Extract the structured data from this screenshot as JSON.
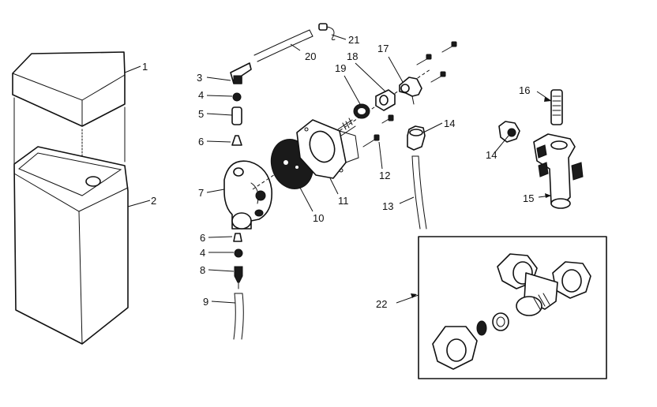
{
  "callouts": [
    {
      "id": "c1",
      "text": "1"
    },
    {
      "id": "c2",
      "text": "2"
    },
    {
      "id": "c3",
      "text": "3"
    },
    {
      "id": "c4a",
      "text": "4"
    },
    {
      "id": "c5",
      "text": "5"
    },
    {
      "id": "c6a",
      "text": "6"
    },
    {
      "id": "c7",
      "text": "7"
    },
    {
      "id": "c6b",
      "text": "6"
    },
    {
      "id": "c4b",
      "text": "4"
    },
    {
      "id": "c8",
      "text": "8"
    },
    {
      "id": "c9",
      "text": "9"
    },
    {
      "id": "c10",
      "text": "10"
    },
    {
      "id": "c11",
      "text": "11"
    },
    {
      "id": "c12",
      "text": "12"
    },
    {
      "id": "c13",
      "text": "13"
    },
    {
      "id": "c14a",
      "text": "14"
    },
    {
      "id": "c14b",
      "text": "14"
    },
    {
      "id": "c15",
      "text": "15"
    },
    {
      "id": "c16",
      "text": "16"
    },
    {
      "id": "c17",
      "text": "17"
    },
    {
      "id": "c18",
      "text": "18"
    },
    {
      "id": "c19",
      "text": "19"
    },
    {
      "id": "c20",
      "text": "20"
    },
    {
      "id": "c21",
      "text": "21"
    },
    {
      "id": "c22",
      "text": "22"
    }
  ]
}
